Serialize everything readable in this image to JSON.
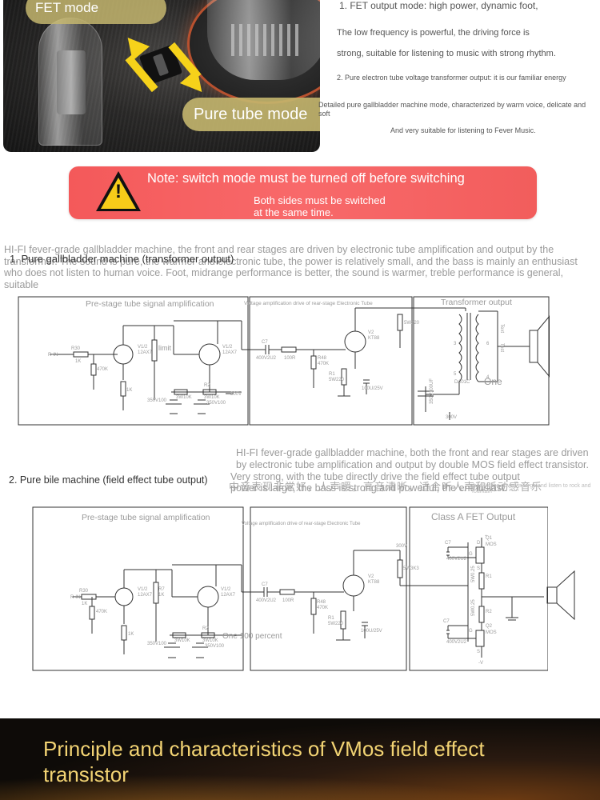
{
  "photo": {
    "fet_label": "FET mode",
    "tube_label": "Pure tube mode"
  },
  "modes": {
    "fet_title": "1. FET output mode: high power, dynamic foot,",
    "fet_line1": "The low frequency is powerful, the driving force is",
    "fet_line2": "strong, suitable for listening to music with strong rhythm.",
    "tube_title": "2. Pure electron tube voltage transformer output: it is our familiar energy",
    "tube_line1": "Detailed pure gallbladder machine mode, characterized by warm voice, delicate and soft",
    "tube_line2": "And very suitable for listening to Fever Music."
  },
  "note": {
    "line1": "Note: switch mode must be turned off before switching",
    "line2": "Both sides must be switched",
    "line3": "at the same time."
  },
  "section1": {
    "desc": "HI-FI fever-grade gallbladder machine, the front and rear stages are driven by electronic tube amplification and output by the transformer. The sound is pure, the warmer and electronic tube, the power is relatively small, and the bass is mainly an enthusiast who does not listen to human voice. Foot, midrange performance is better, the sound is warmer, treble performance is general, suitable",
    "heading": "1. Pure gallbladder machine (transformer output)",
    "label_pre": "Pre-stage tube signal amplification",
    "label_mid": "Voltage amplification drive of rear-stage Electronic Tube",
    "label_out": "Transformer output",
    "label_limit": "limit",
    "label_one": "One"
  },
  "section2": {
    "desc": "HI-FI fever-grade gallbladder machine, both the front and rear stages are driven by electronic tube amplification and output by double MOS field effect transistor.",
    "heading": "2. Pure bile machine (field effect tube output)",
    "line_a": "Very strong, with the tube directly drive the field effect tube output",
    "line_b": "power is large, the bass is strong and powerful, the enthusiast.",
    "chinese": "中音表现非常好，人声暖，高音清晰，适合听人声和听动感音乐",
    "small_note": "quickly, the power is large and listen to rock and fountain",
    "label_pre": "Pre-stage tube signal amplification",
    "label_mid": "Voltage amplification drive of rear-stage Electronic Tube",
    "label_out": "Class A FET Output",
    "label_percent": "One 100 percent"
  },
  "circuit": {
    "r30": "R30",
    "r30v": "1K",
    "rin": "R-IN",
    "r470": "470K",
    "r1k": "1K",
    "v1a": "V1/2",
    "v1a_t": "12AX7",
    "r7": "R7",
    "r7v": "1K",
    "v1b": "V1/2",
    "v1b_t": "12AX7",
    "c350": "350V100",
    "r3w": "3W10K",
    "r2": "R2",
    "r2v": "3W10K",
    "c350b": "350V100",
    "v300": "300V",
    "c7": "C7",
    "c7v": "400V2U2",
    "r100": "100R",
    "r48": "R48",
    "r48v": "470K",
    "r1": "R1",
    "r1v": "5W220",
    "c100": "100U/25V",
    "v2": "V2",
    "v2t": "KT88",
    "r5w": "5W220",
    "t3": "3",
    "t4": "4",
    "t6": "6",
    "t5": "5",
    "da": "DA01C",
    "c350v": "350V100UF",
    "text_a": "Text",
    "text_b": "Test",
    "v300b": "300V",
    "r5w3k": "5W3K3",
    "q1": "Q1",
    "mos": "MOS",
    "q2": "Q2",
    "mos2": "MOS",
    "d": "D",
    "g": "G",
    "s": "S",
    "s2": "S",
    "r5w025": "5W0.25",
    "r1b": "R1",
    "r2b": "R2",
    "r5w025b": "5W0.25",
    "c7b": "C7",
    "c7bv": "400V2U2",
    "c7c": "C7",
    "c7cv": "400V2U2",
    "plus": "+",
    "minus": "-V"
  },
  "banner": {
    "title": "Principle and characteristics of VMos field effect transistor"
  },
  "colors": {
    "note_bg": "#f8696a",
    "warn_yellow": "#f7cc19",
    "arrow_yellow": "#f6d21a",
    "pill": "#c4b66e",
    "banner_title": "#f2d373"
  }
}
